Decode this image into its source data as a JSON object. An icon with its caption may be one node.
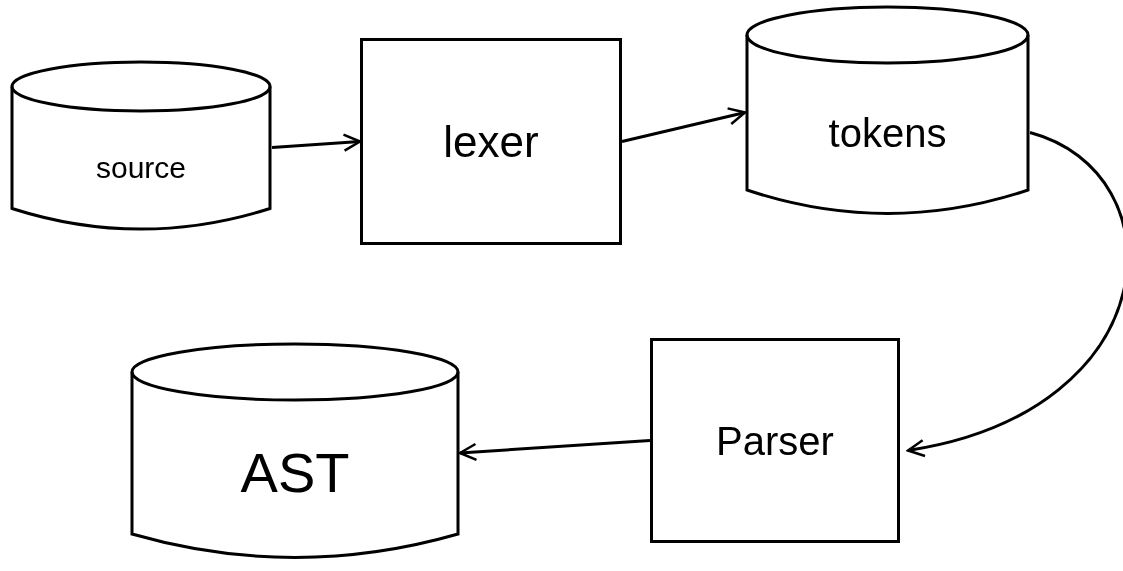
{
  "diagram": {
    "nodes": [
      {
        "text": [
          "source"
        ]
      },
      {
        "text": [
          "lexer"
        ]
      },
      {
        "text": [
          "tokens"
        ]
      },
      {
        "text": [
          "Parser"
        ]
      },
      {
        "text": [
          "AST"
        ]
      }
    ],
    "edges": [
      {
        "from": 0,
        "to": 1,
        "arrow": "to"
      },
      {
        "from": 1,
        "to": 2,
        "arrow": "to"
      },
      {
        "from": 2,
        "to": 3,
        "arrow": "to"
      },
      {
        "from": 3,
        "to": 4,
        "arrow": "to"
      }
    ]
  }
}
